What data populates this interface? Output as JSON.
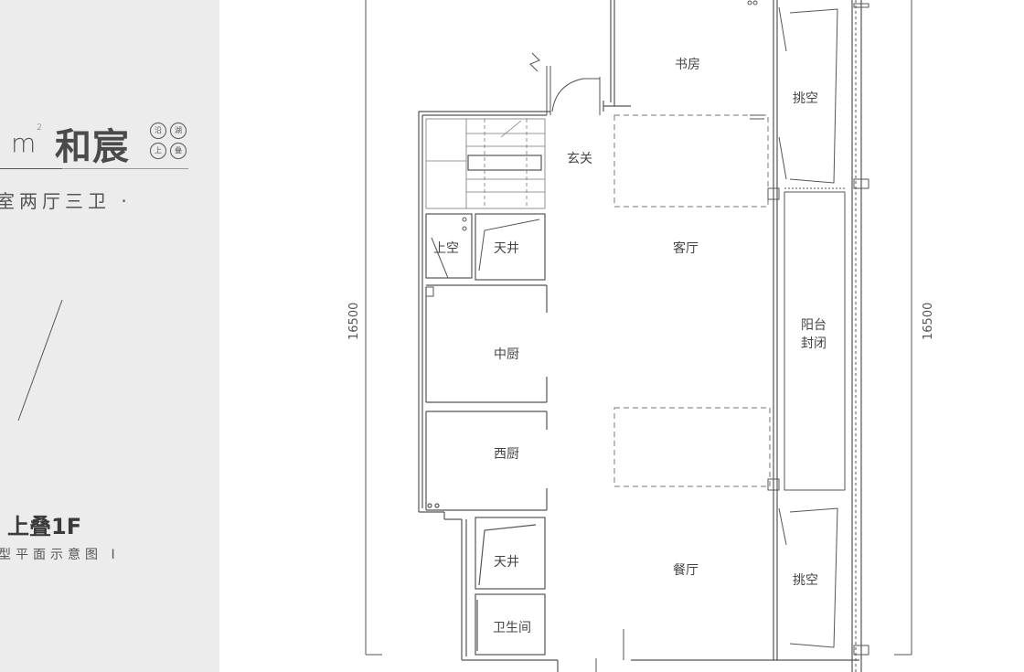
{
  "sidebar": {
    "area_unit": "m",
    "area_unit_superscript": "2",
    "project_name": "和宸",
    "badges": [
      "沿",
      "湖",
      "上",
      "叠"
    ],
    "room_summary": "室两厅三卫 ·",
    "floor_label": "上叠1F",
    "plan_caption": "型平面示意图 I"
  },
  "rooms": {
    "study": "书房",
    "void_top": "挑空",
    "entrance": "玄关",
    "living": "客厅",
    "void_small": "上空",
    "skylight_top": "天井",
    "chinese_kitchen": "中厨",
    "balcony_line1": "阳台",
    "balcony_line2": "封闭",
    "western_kitchen": "西厨",
    "skylight_bottom": "天井",
    "dining": "餐厅",
    "void_bottom": "挑空",
    "bathroom": "卫生间"
  },
  "dimensions": {
    "left": "16500",
    "right": "16500"
  },
  "colors": {
    "sidebar_bg": "#ececec",
    "line": "#555555",
    "text": "#3a3a3a"
  }
}
